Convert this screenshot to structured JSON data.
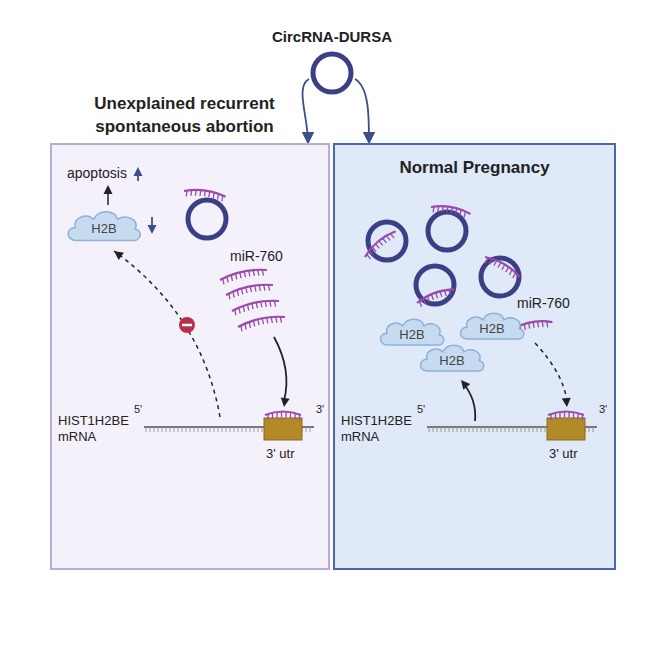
{
  "diagram": {
    "nodes": [
      {
        "text": [
          "CircRNA-DURSA"
        ]
      },
      {
        "text": [
          "Unexplained recurrent spontaneous abortion"
        ]
      },
      {
        "text": [
          "Normal Pregnancy"
        ]
      },
      {
        "text": [
          "H2B"
        ],
        "in": 1
      },
      {
        "text": [
          "H2B"
        ],
        "in": 2
      },
      {
        "text": [
          "H2B"
        ],
        "in": 2
      },
      {
        "text": [
          "H2B"
        ],
        "in": 2
      }
    ],
    "edges": [
      {
        "from": 0,
        "to": 1,
        "arrow": "to"
      },
      {
        "from": 0,
        "to": 2,
        "arrow": "to"
      }
    ],
    "labels": [
      "apoptosis",
      "miR-760",
      "HIST1H2BE mRNA",
      "5'",
      "3'",
      "3' utr",
      "miR-760",
      "HIST1H2BE mRNA",
      "5'",
      "3'",
      "3' utr"
    ]
  }
}
